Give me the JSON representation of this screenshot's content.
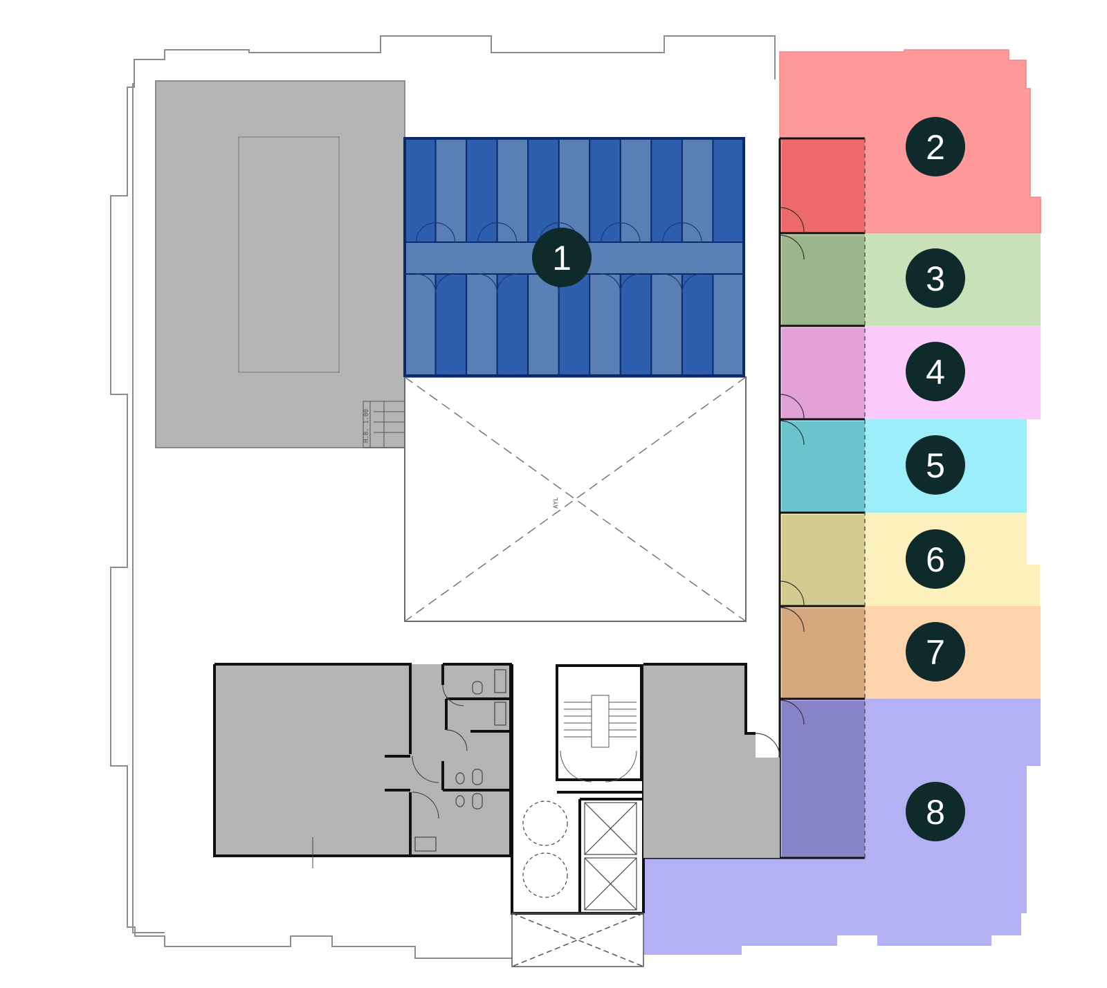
{
  "colors": {
    "background": "#ffffff",
    "outline": "#8c8c8c",
    "wall": "#111111",
    "service": "#b4b4b4",
    "marker_bg": "#0f2a2a",
    "marker_text": "#ffffff"
  },
  "units": [
    {
      "id": "1",
      "fill": "#2e5fae",
      "fill_alt": "#5a7fb5"
    },
    {
      "id": "2",
      "fill": "#ff9898",
      "fill_dark": "#ec6a6a"
    },
    {
      "id": "3",
      "fill": "#c9e1b8",
      "fill_dark": "#9db58a"
    },
    {
      "id": "4",
      "fill": "#fccbfc",
      "fill_dark": "#e1a1d8"
    },
    {
      "id": "5",
      "fill": "#9ceffa",
      "fill_dark": "#6ac3cd"
    },
    {
      "id": "6",
      "fill": "#fcf1bd",
      "fill_dark": "#d2ca8f"
    },
    {
      "id": "7",
      "fill": "#fed4ad",
      "fill_dark": "#d6a67e"
    },
    {
      "id": "8",
      "fill": "#b3b1f3",
      "fill_dark": "#8684c6"
    }
  ],
  "annotations": {
    "stair_label": "H.B. 1.00",
    "void_label": "AYL"
  }
}
